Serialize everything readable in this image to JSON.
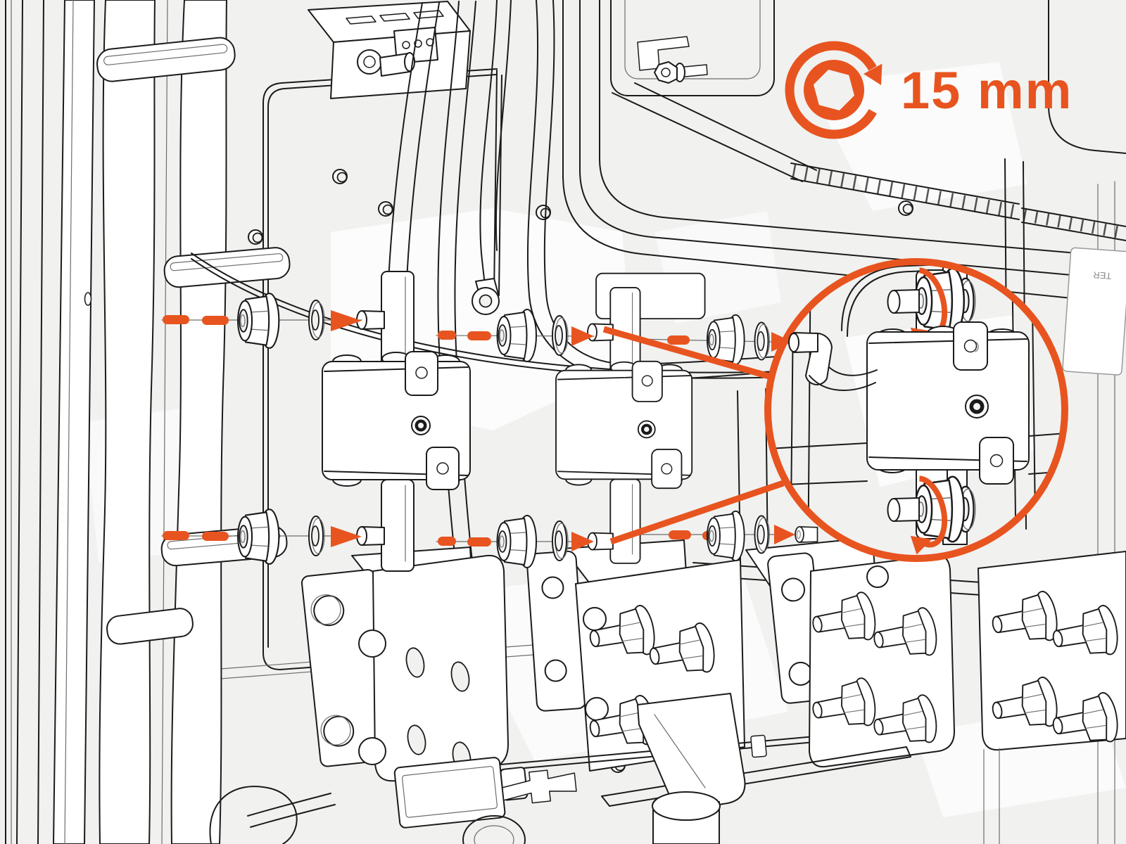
{
  "labels": {
    "wrench_size": "15 mm",
    "sticker_text": "TER"
  },
  "colors": {
    "accent_orange": "#E8541F",
    "background": "#F1F1F0",
    "line_ink": "#1B1B1B",
    "dark_wire": "#666666",
    "highlight_white": "#FFFFFF"
  },
  "icons": {
    "tool": "hex-socket-rotation-icon",
    "detail": "magnifier-detail-circle",
    "insertion": "dashed-insert-arrow",
    "tighten": "rotation-arrow"
  }
}
